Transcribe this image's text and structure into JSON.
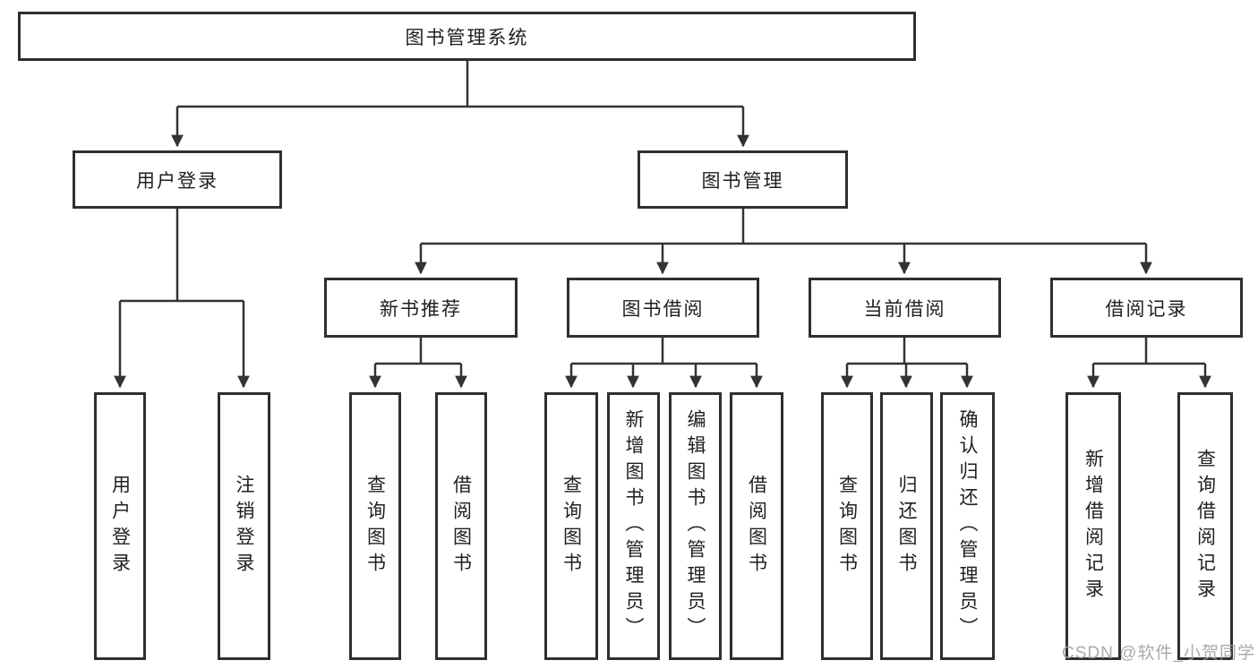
{
  "tree": {
    "label": "图书管理系统",
    "children": [
      {
        "label": "用户登录",
        "children": [
          {
            "label": "用户登录"
          },
          {
            "label": "注销登录"
          }
        ]
      },
      {
        "label": "图书管理",
        "children": [
          {
            "label": "新书推荐",
            "children": [
              {
                "label": "查询图书"
              },
              {
                "label": "借阅图书"
              }
            ]
          },
          {
            "label": "图书借阅",
            "children": [
              {
                "label": "查询图书"
              },
              {
                "label": "新增图书（管理员）"
              },
              {
                "label": "编辑图书（管理员）"
              },
              {
                "label": "借阅图书"
              }
            ]
          },
          {
            "label": "当前借阅",
            "children": [
              {
                "label": "查询图书"
              },
              {
                "label": "归还图书"
              },
              {
                "label": "确认归还（管理员）"
              }
            ]
          },
          {
            "label": "借阅记录",
            "children": [
              {
                "label": "新增借阅记录"
              },
              {
                "label": "查询借阅记录"
              }
            ]
          }
        ]
      }
    ]
  },
  "watermark": {
    "text": "CSDN @软件_小贺同学"
  },
  "colors": {
    "line": "#333333",
    "border": "#2f2f2f",
    "watermark": "#9e9e9e"
  }
}
